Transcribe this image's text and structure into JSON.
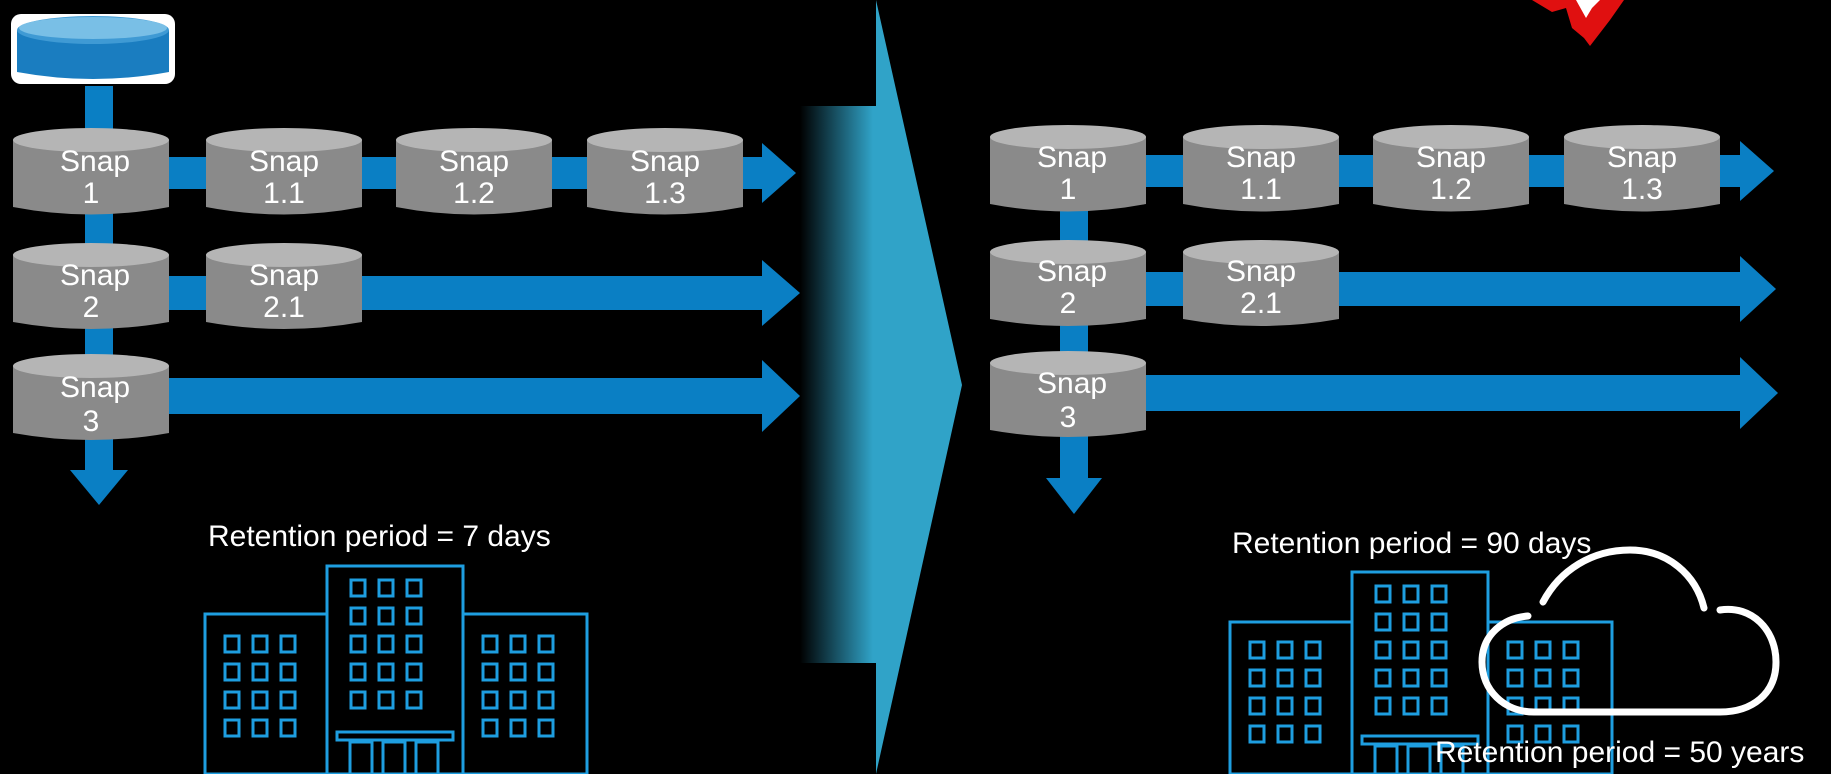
{
  "left_panel": {
    "rows": [
      {
        "snaps": [
          {
            "title": "Snap",
            "number": "1"
          },
          {
            "title": "Snap",
            "number": "1.1"
          },
          {
            "title": "Snap",
            "number": "1.2"
          },
          {
            "title": "Snap",
            "number": "1.3"
          }
        ]
      },
      {
        "snaps": [
          {
            "title": "Snap",
            "number": "2"
          },
          {
            "title": "Snap",
            "number": "2.1"
          }
        ]
      },
      {
        "snaps": [
          {
            "title": "Snap",
            "number": "3"
          }
        ]
      }
    ],
    "retention_label": "Retention period = 7 days"
  },
  "right_panel": {
    "rows": [
      {
        "snaps": [
          {
            "title": "Snap",
            "number": "1"
          },
          {
            "title": "Snap",
            "number": "1.1"
          },
          {
            "title": "Snap",
            "number": "1.2"
          },
          {
            "title": "Snap",
            "number": "1.3"
          }
        ]
      },
      {
        "snaps": [
          {
            "title": "Snap",
            "number": "2"
          },
          {
            "title": "Snap",
            "number": "2.1"
          }
        ]
      },
      {
        "snaps": [
          {
            "title": "Snap",
            "number": "3"
          }
        ]
      }
    ],
    "retention_label": "Retention period = 90 days",
    "cloud_retention_label": "Retention period = 50 years"
  },
  "colors": {
    "background": "#000000",
    "flow_blue": "#0a7fc4",
    "snap_gray": "#8a8a8a",
    "snap_top": "#b5b5b5",
    "source_disk": "#1a7dc0",
    "big_arrow": "#30a3c8",
    "building_line": "#1e9ee0",
    "cloud_line": "#ffffff",
    "corner_mark": "#e01010"
  }
}
